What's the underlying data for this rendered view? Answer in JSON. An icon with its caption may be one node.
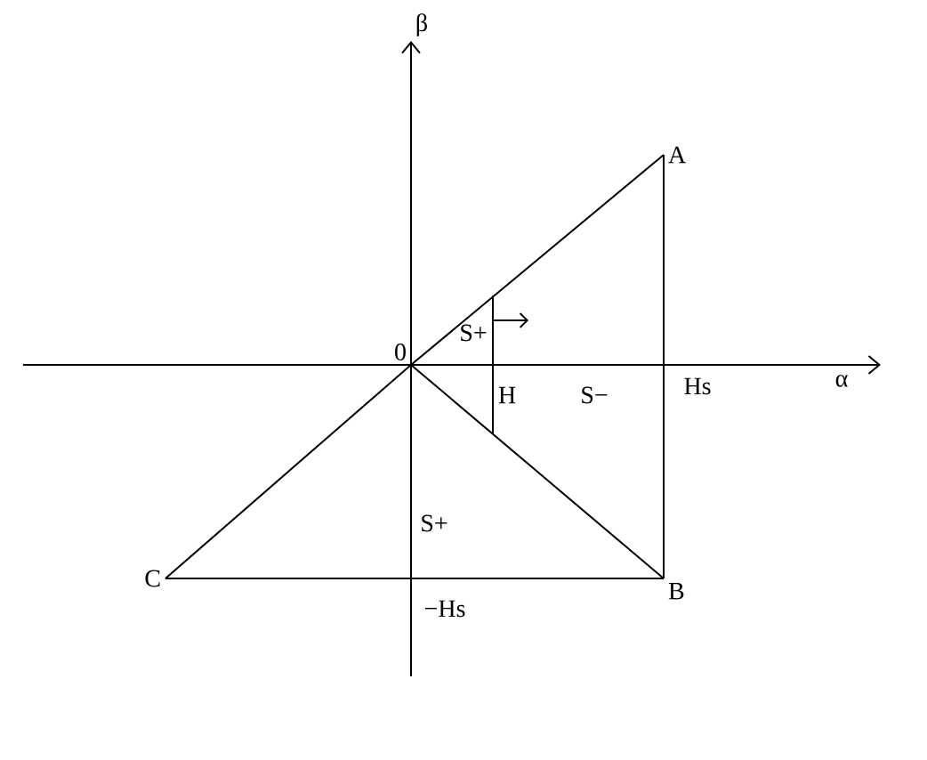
{
  "diagram": {
    "nodes": [
      {
        "text": [
          "0"
        ]
      },
      {
        "text": [
          "A"
        ]
      },
      {
        "text": [
          "B"
        ]
      },
      {
        "text": [
          "C"
        ]
      }
    ],
    "edges": [
      {
        "from": 0,
        "to": 1,
        "arrow": "none"
      },
      {
        "from": 1,
        "to": 2,
        "arrow": "none"
      },
      {
        "from": 2,
        "to": 3,
        "arrow": "none"
      },
      {
        "from": 3,
        "to": 0,
        "arrow": "none"
      },
      {
        "from": 0,
        "to": 2,
        "arrow": "none"
      }
    ],
    "labels": [
      "β",
      "S+",
      "α",
      "H",
      "S−",
      "Hs",
      "S+",
      "−Hs"
    ]
  }
}
